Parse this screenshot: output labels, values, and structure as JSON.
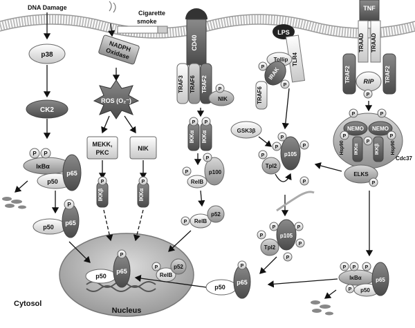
{
  "labels": {
    "dna_damage": "DNA Damage",
    "cigarette": "Cigarette",
    "smoke": "smoke",
    "tnf": "TNF",
    "lps": "LPS",
    "p38": "p38",
    "ck2": "CK2",
    "nadph1": "NADPH",
    "nadph2": "Oxidase",
    "ros": "ROS (O₂⁻)",
    "mekk1": "MEKK,",
    "mekk2": "PKC",
    "nik": "NIK",
    "cd40": "CD40",
    "traf3": "TRAF3",
    "traf6": "TRAF6",
    "traf2": "TRAF2",
    "tollip": "Tollip",
    "tlr4": "TLR4",
    "irak": "IRAK",
    "traad": "TRAAD",
    "rip": "RIP",
    "ikka": "IKKα",
    "ikkb": "IKKβ",
    "nemo": "NEMO",
    "hsp90": "Hsp90",
    "cdc37": "Cdc37",
    "elks": "ELKS",
    "gsk3b": "GSK3β",
    "p105": "p105",
    "tpl2": "Tpl2",
    "p100": "p100",
    "relb": "RelB",
    "p52": "p52",
    "ikba": "IκBα",
    "p50": "p50",
    "p65": "p65",
    "p": "P",
    "nucleus": "Nucleus",
    "cytosol": "Cytosol"
  }
}
